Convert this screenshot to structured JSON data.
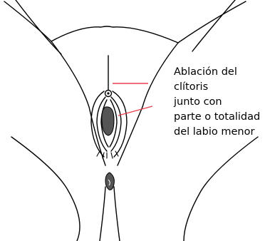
{
  "annotation": {
    "lines": [
      "Ablación del",
      "clítoris",
      "junto con",
      "parte o totalidad",
      "del labio menor"
    ]
  },
  "colors": {
    "stroke": "#000000",
    "pointer": "#e8414f",
    "dark_fill": "#555555"
  }
}
